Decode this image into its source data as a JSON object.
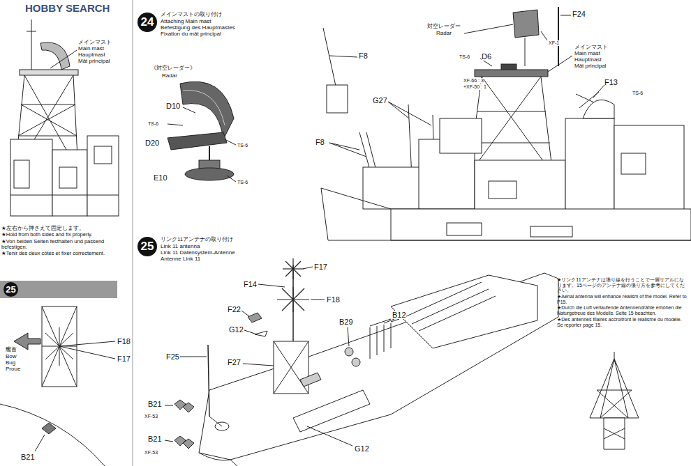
{
  "diagram": {
    "nodes": [
      {
        "text": [
          "24"
        ]
      },
      {
        "text": [
          "25"
        ]
      },
      {
        "text": [
          "25"
        ]
      }
    ],
    "labels": [
      "HOBBY SEARCH",
      "メインマスト",
      "Main mast",
      "Hauptmast",
      "Mât principal",
      "★左右から押さえて固定します。",
      "★Hold from both sides and fix properly.",
      "★Von beiden Seiten festhalten und passend befestigen.",
      "★Tenir des deux côtés et fixer correctement.",
      "F18",
      "F17",
      "艦首",
      "Bow",
      "Bug",
      "Proue",
      "B21",
      "メインマストの取り付け",
      "Attaching Main mast",
      "Befestigung des Hauptmastes",
      "Fixation du mât principal",
      "《対空レーダー》",
      "Radar",
      "D10",
      "TS-6",
      "D20",
      "TS-6",
      "E10",
      "TS-6",
      "F8",
      "対空レーダー",
      "Radar",
      "F24",
      "XF-1",
      "TS-6",
      "D6",
      "メインマスト",
      "Main mast",
      "Hauptmast",
      "Mât principal",
      "XF-66 : 3",
      "+XF-50 : 1",
      "F13",
      "TS-6",
      "G27",
      "F8",
      "リンク11アンテナの取り付け",
      "Link 11 antenna",
      "Link 11 Datensystem-Antenne",
      "Antenne Link 11",
      "F17",
      "F14",
      "F18",
      "F22",
      "G12",
      "B29",
      "B12",
      "F25",
      "F27",
      "B21",
      "XF-53",
      "B21",
      "XF-53",
      "G12",
      "★リンク11アンテナは張り線を行うことで一層リアルになります。15ページのアンテナ線の張り方を参考にしてください。",
      "★Aerial antenna will enhance realism of the model. Refer to P15.",
      "★Durch die Luft verlaufende Antennendrähte erhöhen die Naturgetreue des Modells. Seite 15 beachten.",
      "★Des antennes filaires accroitront le réalisme du modèle. Se reporter page 15."
    ]
  }
}
